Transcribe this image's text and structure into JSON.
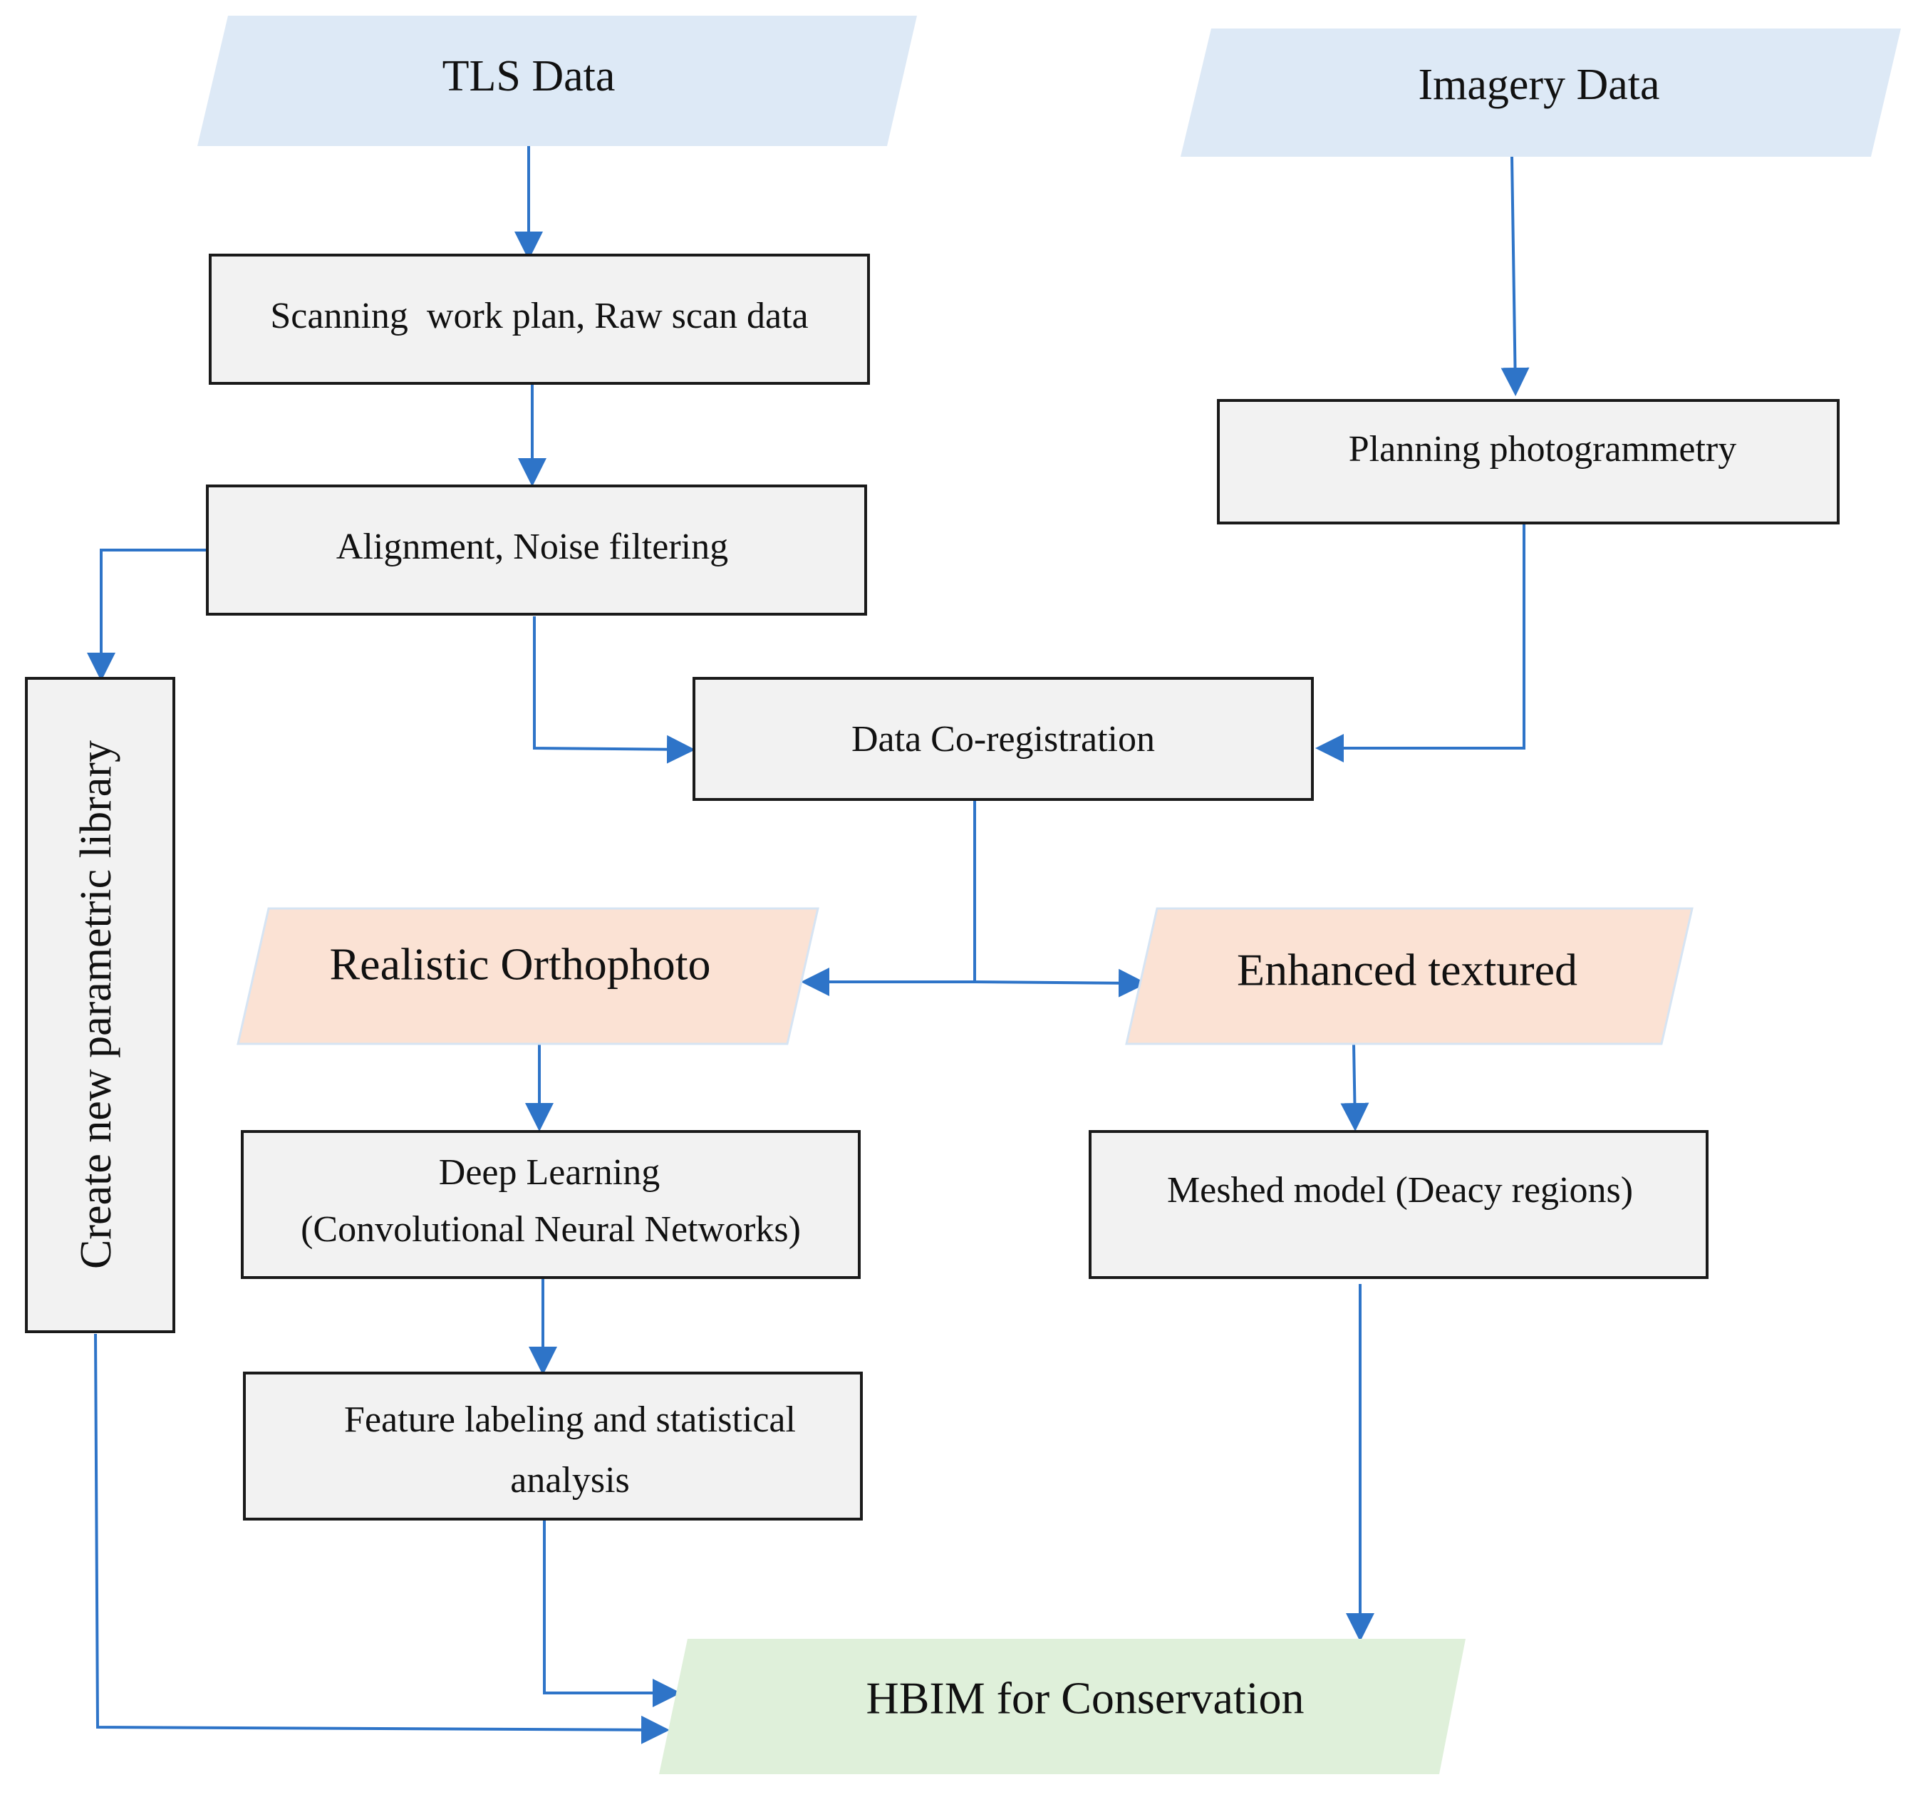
{
  "colors": {
    "data_fill": "#dde9f6",
    "product_fill": "#fbe2d4",
    "output_fill": "#dff0da",
    "box_fill": "#f2f2f2",
    "box_stroke": "#1a1a1a",
    "arrow": "#2e74c8"
  },
  "nodes": {
    "tls_data": "TLS Data",
    "imagery_data": "Imagery Data",
    "scanning": "Scanning  work plan, Raw scan data",
    "alignment": "Alignment, Noise filtering",
    "planning": "Planning photogrammetry",
    "coregistration": "Data Co-registration",
    "library": "Create new parametric library",
    "orthophoto": "Realistic Orthophoto",
    "textured": "Enhanced textured",
    "deep_learning_1": "Deep Learning",
    "deep_learning_2": "(Convolutional Neural Networks)",
    "meshed": "Meshed model (Deacy regions)",
    "feature_1": "Feature labeling and statistical",
    "feature_2": "analysis",
    "hbim": "HBIM for Conservation"
  }
}
